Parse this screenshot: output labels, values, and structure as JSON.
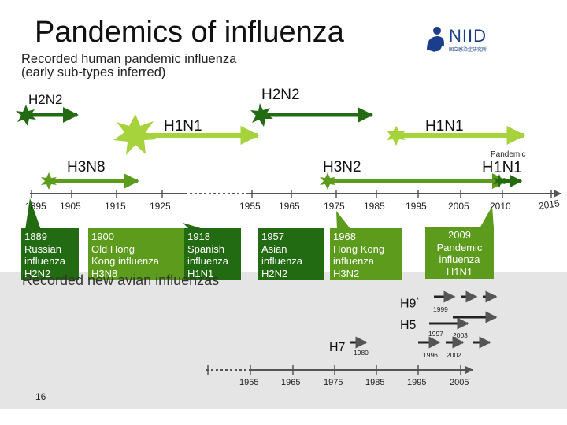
{
  "slide": {
    "title": "Pandemics of influenza",
    "subtitle_line1": "Recorded human pandemic influenza",
    "subtitle_line2": "(early sub-types inferred)",
    "logo_text": "NIID",
    "logo_subtext": "国立感染症研究所",
    "page_number": "16"
  },
  "human": {
    "subtype_labels": {
      "h2n2_early": "H2N2",
      "h2n2_late": "H2N2",
      "h1n1_early": "H1N1",
      "h1n1_late": "H1N1",
      "h3n8": "H3N8",
      "h3n2": "H3N2",
      "pandemic_small": "Pandemic",
      "pandemic_h1n1": "H1N1"
    },
    "axis_ticks": [
      "1895",
      "1905",
      "1915",
      "1925",
      "1955",
      "1965",
      "1975",
      "1985",
      "1995",
      "2005",
      "2010",
      "2015"
    ],
    "boxes": [
      {
        "lines": [
          "1889",
          "Russian",
          "influenza",
          "H2N2"
        ]
      },
      {
        "lines": [
          "1900",
          "Old Hong",
          "Kong influenza",
          "H3N8"
        ]
      },
      {
        "lines": [
          "1918",
          "Spanish",
          "influenza",
          "H1N1"
        ]
      },
      {
        "lines": [
          "1957",
          "Asian",
          "influenza",
          "H2N2"
        ]
      },
      {
        "lines": [
          "1968",
          "Hong Kong",
          "influenza",
          "H3N2"
        ]
      },
      {
        "lines": [
          "2009",
          "Pandemic",
          "influenza",
          "H1N1"
        ]
      }
    ]
  },
  "avian": {
    "title": "Recorded new avian influenzas",
    "h9_label": "H9",
    "h9_marker": "*",
    "h5_label": "H5",
    "h7_label": "H7",
    "year_1999": "1999",
    "year_1997": "1997",
    "year_2003": "2003",
    "year_1980": "1980",
    "year_1996": "1996",
    "year_2002": "2002",
    "axis_ticks": [
      "1955",
      "1965",
      "1975",
      "1985",
      "1995",
      "2005"
    ]
  },
  "colors": {
    "dark_green": "#236b12",
    "mid_green": "#5d9b1d",
    "light_green": "#a6d23c",
    "avian_band": "#e5e5e5",
    "logo_blue": "#1a3e8c"
  }
}
